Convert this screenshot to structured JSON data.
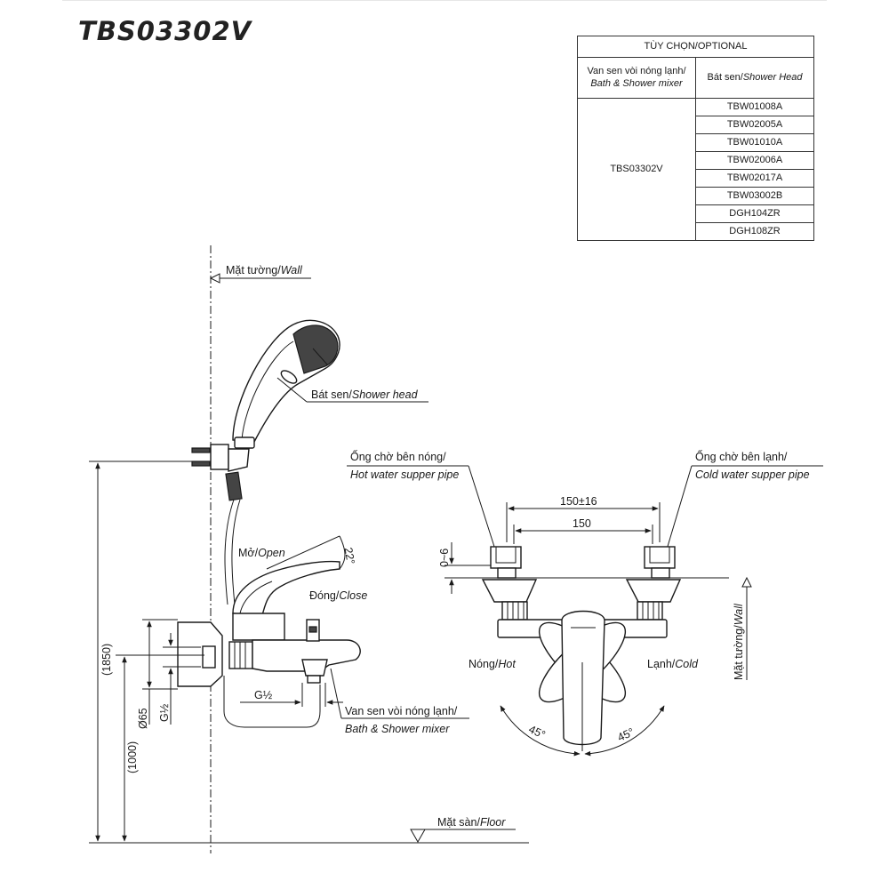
{
  "model_title": "TBS03302V",
  "options_table": {
    "header": "TÙY CHỌN/OPTIONAL",
    "col1_header": {
      "vi": "Van sen vòi nóng lạnh/",
      "en": "Bath & Shower mixer"
    },
    "col2_header": {
      "vi": "Bát sen/",
      "en": "Shower Head"
    },
    "mixer_model": "TBS03302V",
    "shower_heads": [
      "TBW01008A",
      "TBW02005A",
      "TBW01010A",
      "TBW02006A",
      "TBW02017A",
      "TBW03002B",
      "DGH104ZR",
      "DGH108ZR"
    ]
  },
  "side_view": {
    "wall_label": {
      "vi": "Mặt tường/",
      "en": "Wall"
    },
    "shower_head_label": {
      "vi": "Bát sen/",
      "en": "Shower head"
    },
    "open_label": {
      "vi": "Mở/",
      "en": "Open"
    },
    "close_label": {
      "vi": "Đóng/",
      "en": "Close"
    },
    "angle_22": "22°",
    "dim_1850": "(1850)",
    "dim_1000": "(1000)",
    "dim_d65": "Ø65",
    "dim_g12_vertical": "G½",
    "dim_g12_horizontal": "G½",
    "mixer_label": {
      "vi": "Van sen vòi nóng lạnh/",
      "en": "Bath & Shower mixer"
    },
    "floor_label": {
      "vi": "Mặt sàn/",
      "en": "Floor"
    }
  },
  "front_view": {
    "hot_pipe_label": {
      "vi": "Ống chờ bên nóng/",
      "en": "Hot water supper pipe"
    },
    "cold_pipe_label": {
      "vi": "Ống chờ bên lạnh/",
      "en": "Cold water supper pipe"
    },
    "dim_150_tol": "150±16",
    "dim_150": "150",
    "dim_0_6": "0~6",
    "hot_label": {
      "vi": "Nóng/",
      "en": "Hot"
    },
    "cold_label": {
      "vi": "Lạnh/",
      "en": "Cold"
    },
    "angle_left": "45°",
    "angle_right": "45°",
    "wall_label": {
      "vi": "Mặt tường/",
      "en": "Wall"
    }
  }
}
